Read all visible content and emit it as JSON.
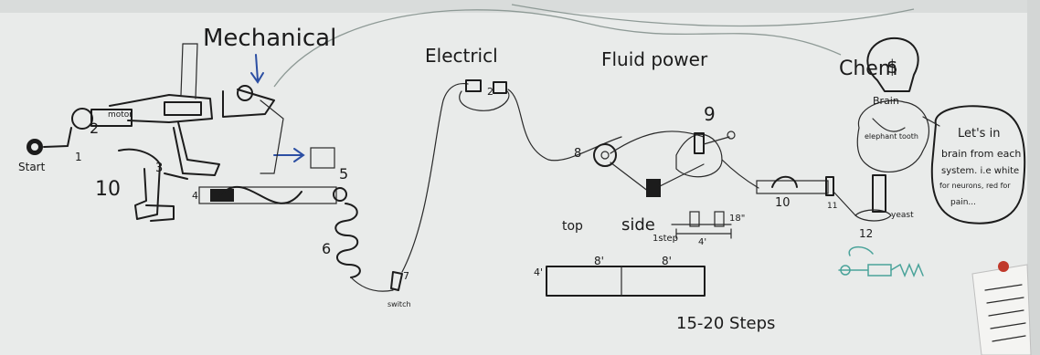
{
  "headings": {
    "mechanical": "Mechanical",
    "electrical": "Electricl",
    "fluid_power": "Fluid power",
    "chem": "Chem"
  },
  "labels": {
    "start": "Start",
    "motor": "motor",
    "two": "2",
    "one": "1",
    "ten": "10",
    "three": "3",
    "four": "4",
    "five": "5",
    "six": "6",
    "seven": "7",
    "switch": "switch",
    "eight": "8",
    "nine": "9",
    "top": "top",
    "side": "side",
    "step": "1step",
    "four_ft": "4'",
    "eighteen": "18\"",
    "eight_ft_a": "8'",
    "eight_ft_b": "8'",
    "four_ft_side": "4'",
    "ten_b": "10",
    "eleven": "11",
    "twelve": "12",
    "brain": "Brain",
    "elephant_tooth": "elephant tooth",
    "yeast": "yeast",
    "dollar": "$",
    "steps_total": "15-20 Steps"
  },
  "note": {
    "line1": "Let's in",
    "line2": "brain from each",
    "line3": "system. i.e white",
    "line4": "for neurons, red for",
    "line5": "pain..."
  },
  "colors": {
    "board": "#e9ebea",
    "ink": "#1c1c1c",
    "blue_marker": "#2c4fa3",
    "green_marker": "#4aa39a",
    "magnet": "#c0392b",
    "paper": "#f4f4f2"
  }
}
